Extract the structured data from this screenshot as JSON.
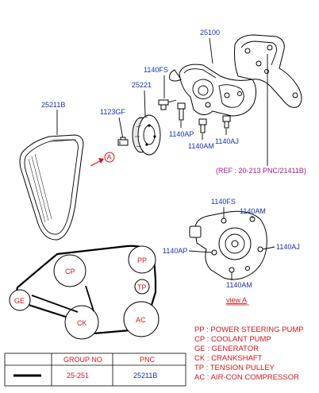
{
  "parts": {
    "p25211B": "25211B",
    "p1123GF": "1123GF",
    "p25221": "25221",
    "p1140FS": "1140FS",
    "p25100": "25100",
    "p1140AP": "1140AP",
    "p1140AM": "1140AM",
    "p1140AJ": "1140AJ"
  },
  "ref_label": "(REF : 20-213 PNC/21411B)",
  "view_marker": "A",
  "view_a": {
    "p1140FS": "1140FS",
    "p1140AM_top": "1140AM",
    "p1140AP": "1140AP",
    "p1140AJ": "1140AJ",
    "p1140AM_bottom": "1140AM",
    "caption": "view  A"
  },
  "pulleys": {
    "pp": "PP",
    "cp": "CP",
    "ge": "GE",
    "tp": "TP",
    "ck": "CK",
    "ac": "AC"
  },
  "legend": [
    "PP : POWER STEERING PUMP",
    "CP : COOLANT PUMP",
    "GE : GENERATOR",
    "CK : CRANKSHAFT",
    "TP : TENSION PULLEY",
    "AC : AIR-CON COMPRESSOR"
  ],
  "table": {
    "headers": [
      "GROUP NO",
      "PNC"
    ],
    "row": {
      "group": "25-251",
      "pnc": "25211B"
    }
  }
}
